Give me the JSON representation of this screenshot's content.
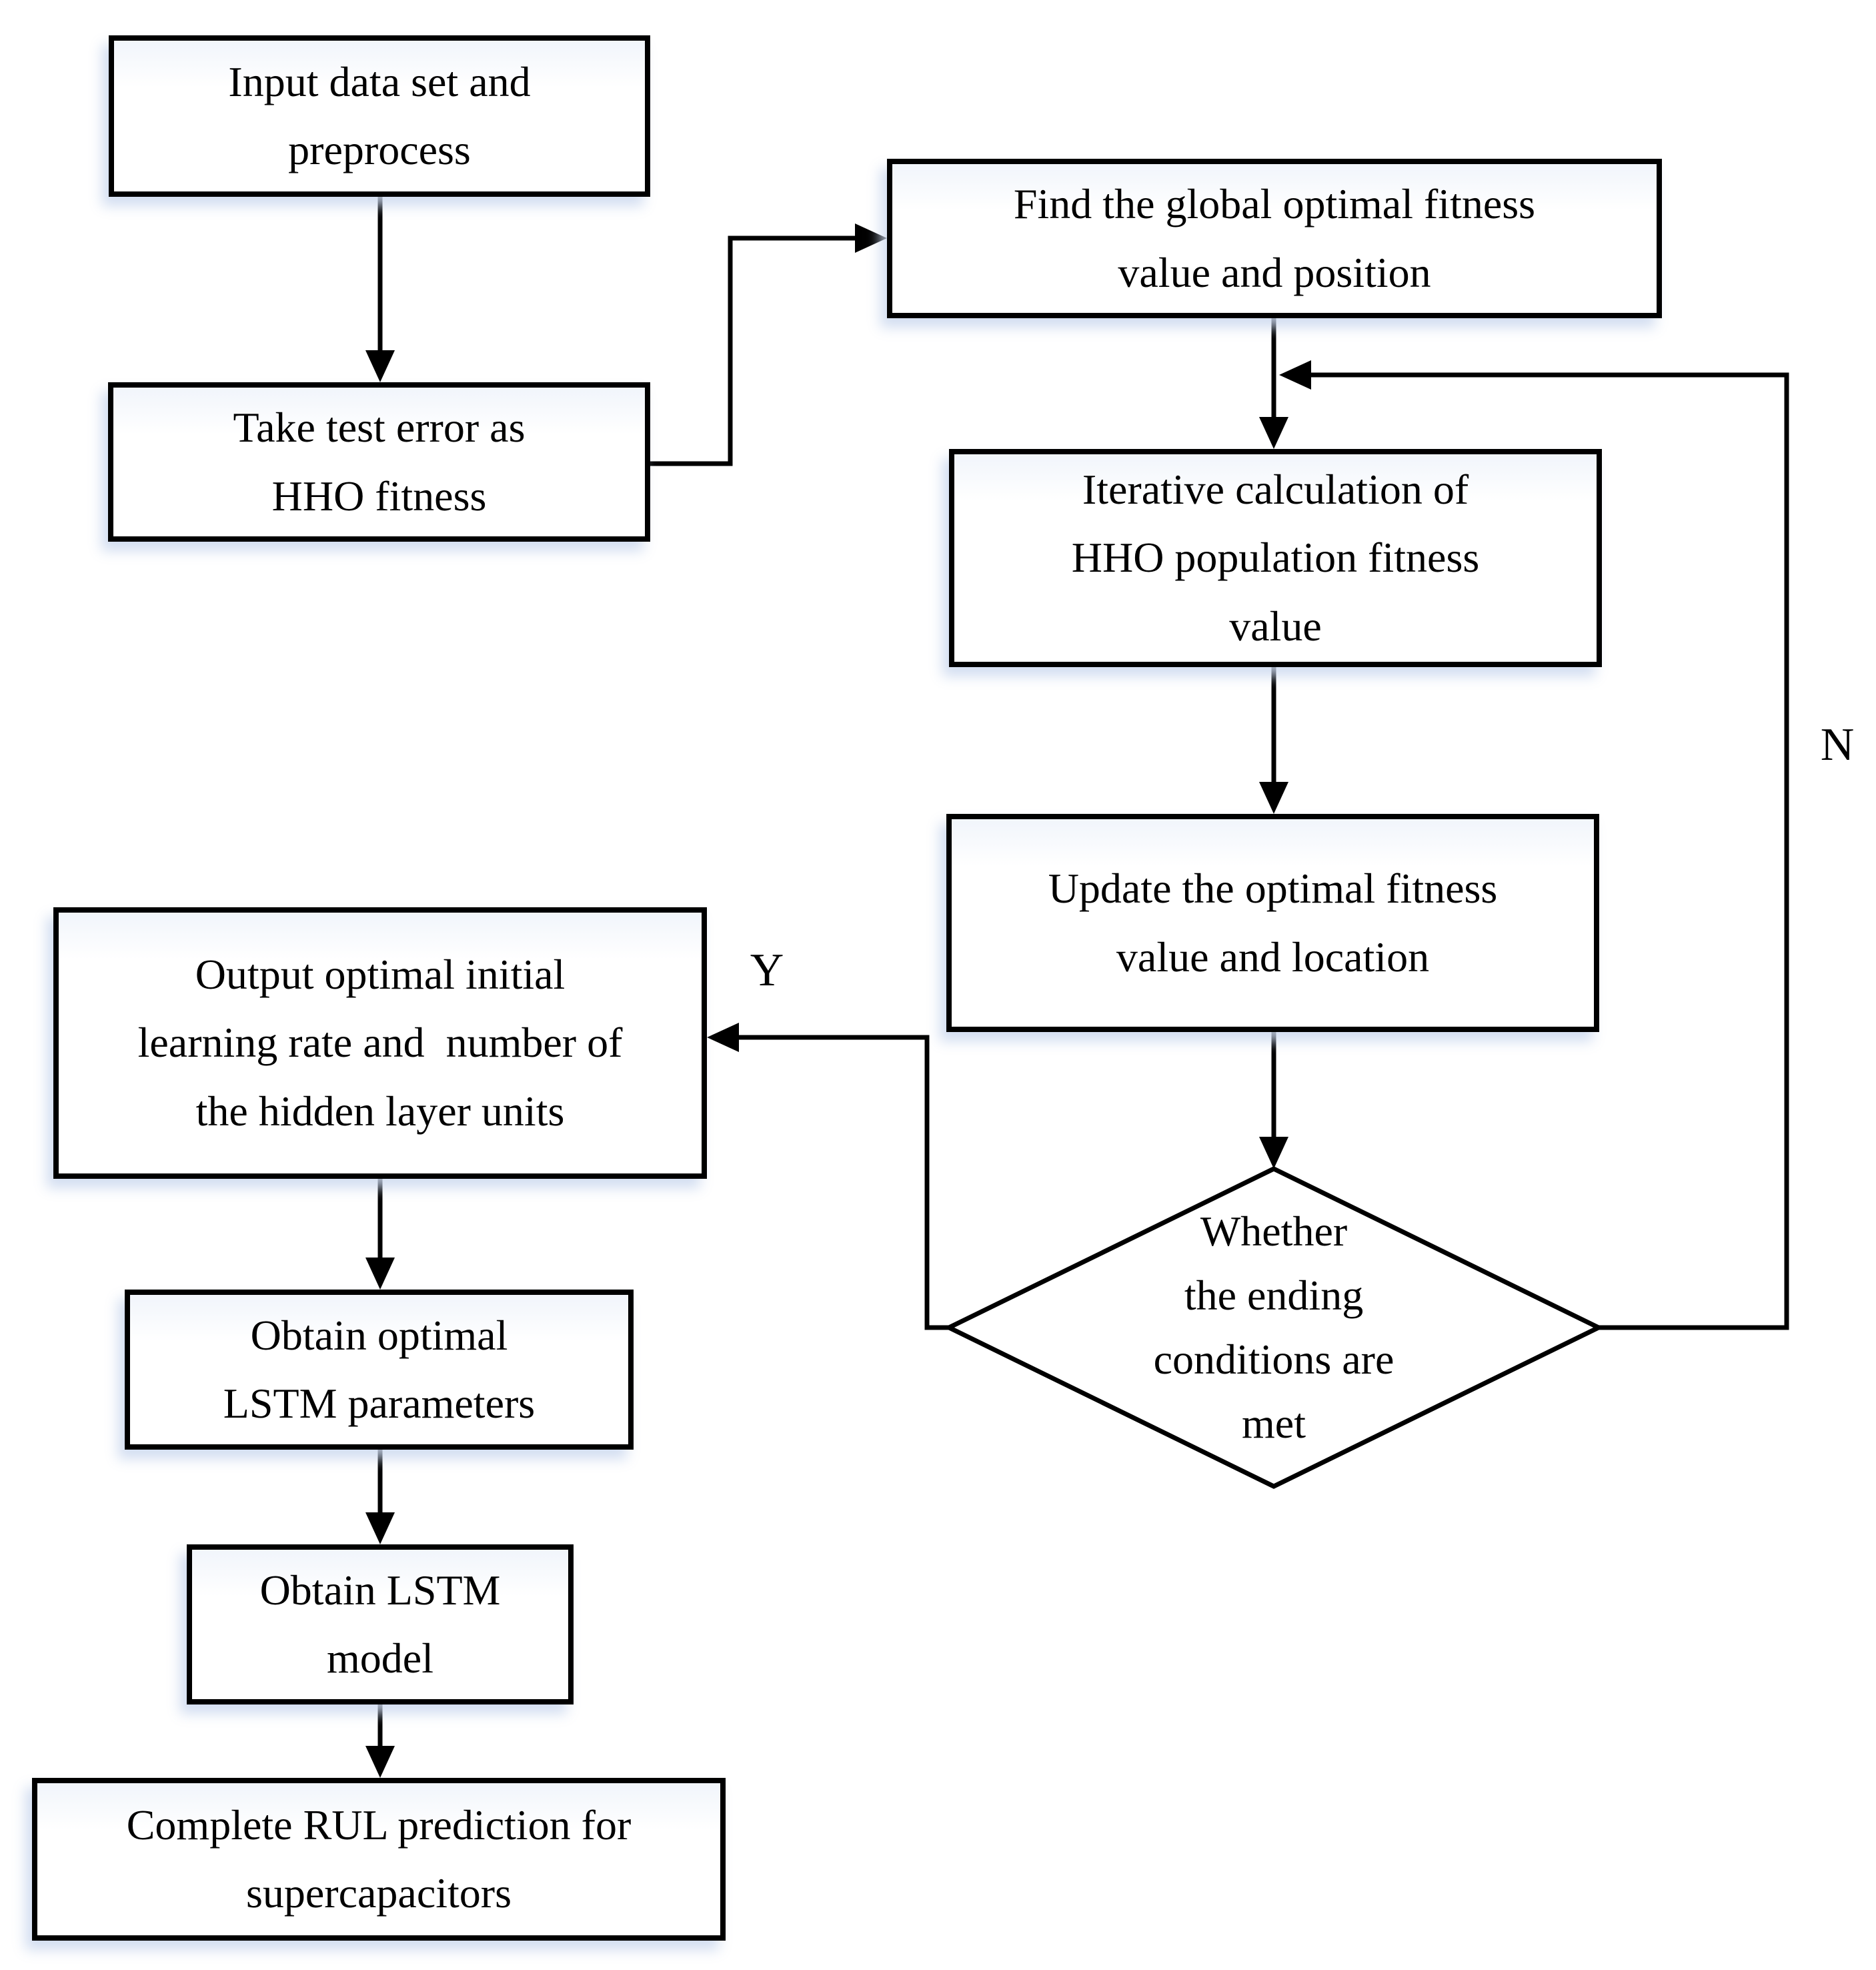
{
  "diagram": {
    "type": "flowchart",
    "colors": {
      "line": "#000000",
      "node_fill": "#ffffff",
      "node_border": "#000000",
      "shadow": "#dce6f5",
      "text": "#000000"
    },
    "nodes": {
      "input": {
        "label": "Input data set and\npreprocess"
      },
      "fitness": {
        "label": "Take test error as\nHHO fitness"
      },
      "find": {
        "label": "Find the global optimal fitness\nvalue and position"
      },
      "iterative папка": {
        "label": ""
      },
      "iterative": {
        "label": "Iterative calculation of\nHHO population fitness\nvalue"
      },
      "update": {
        "label": "Update the optimal fitness\nvalue and location"
      },
      "decision": {
        "label": "Whether\nthe ending\nconditions are\nmet"
      },
      "output": {
        "label": "Output optimal initial\nlearning rate and  number of\nthe hidden layer units"
      },
      "params": {
        "label": "Obtain optimal\nLSTM parameters"
      },
      "model": {
        "label": "Obtain LSTM\nmodel"
      },
      "rul": {
        "label": "Complete RUL prediction for\nsupercapacitors"
      }
    },
    "edge_labels": {
      "yes": "Y",
      "no": "N"
    }
  }
}
